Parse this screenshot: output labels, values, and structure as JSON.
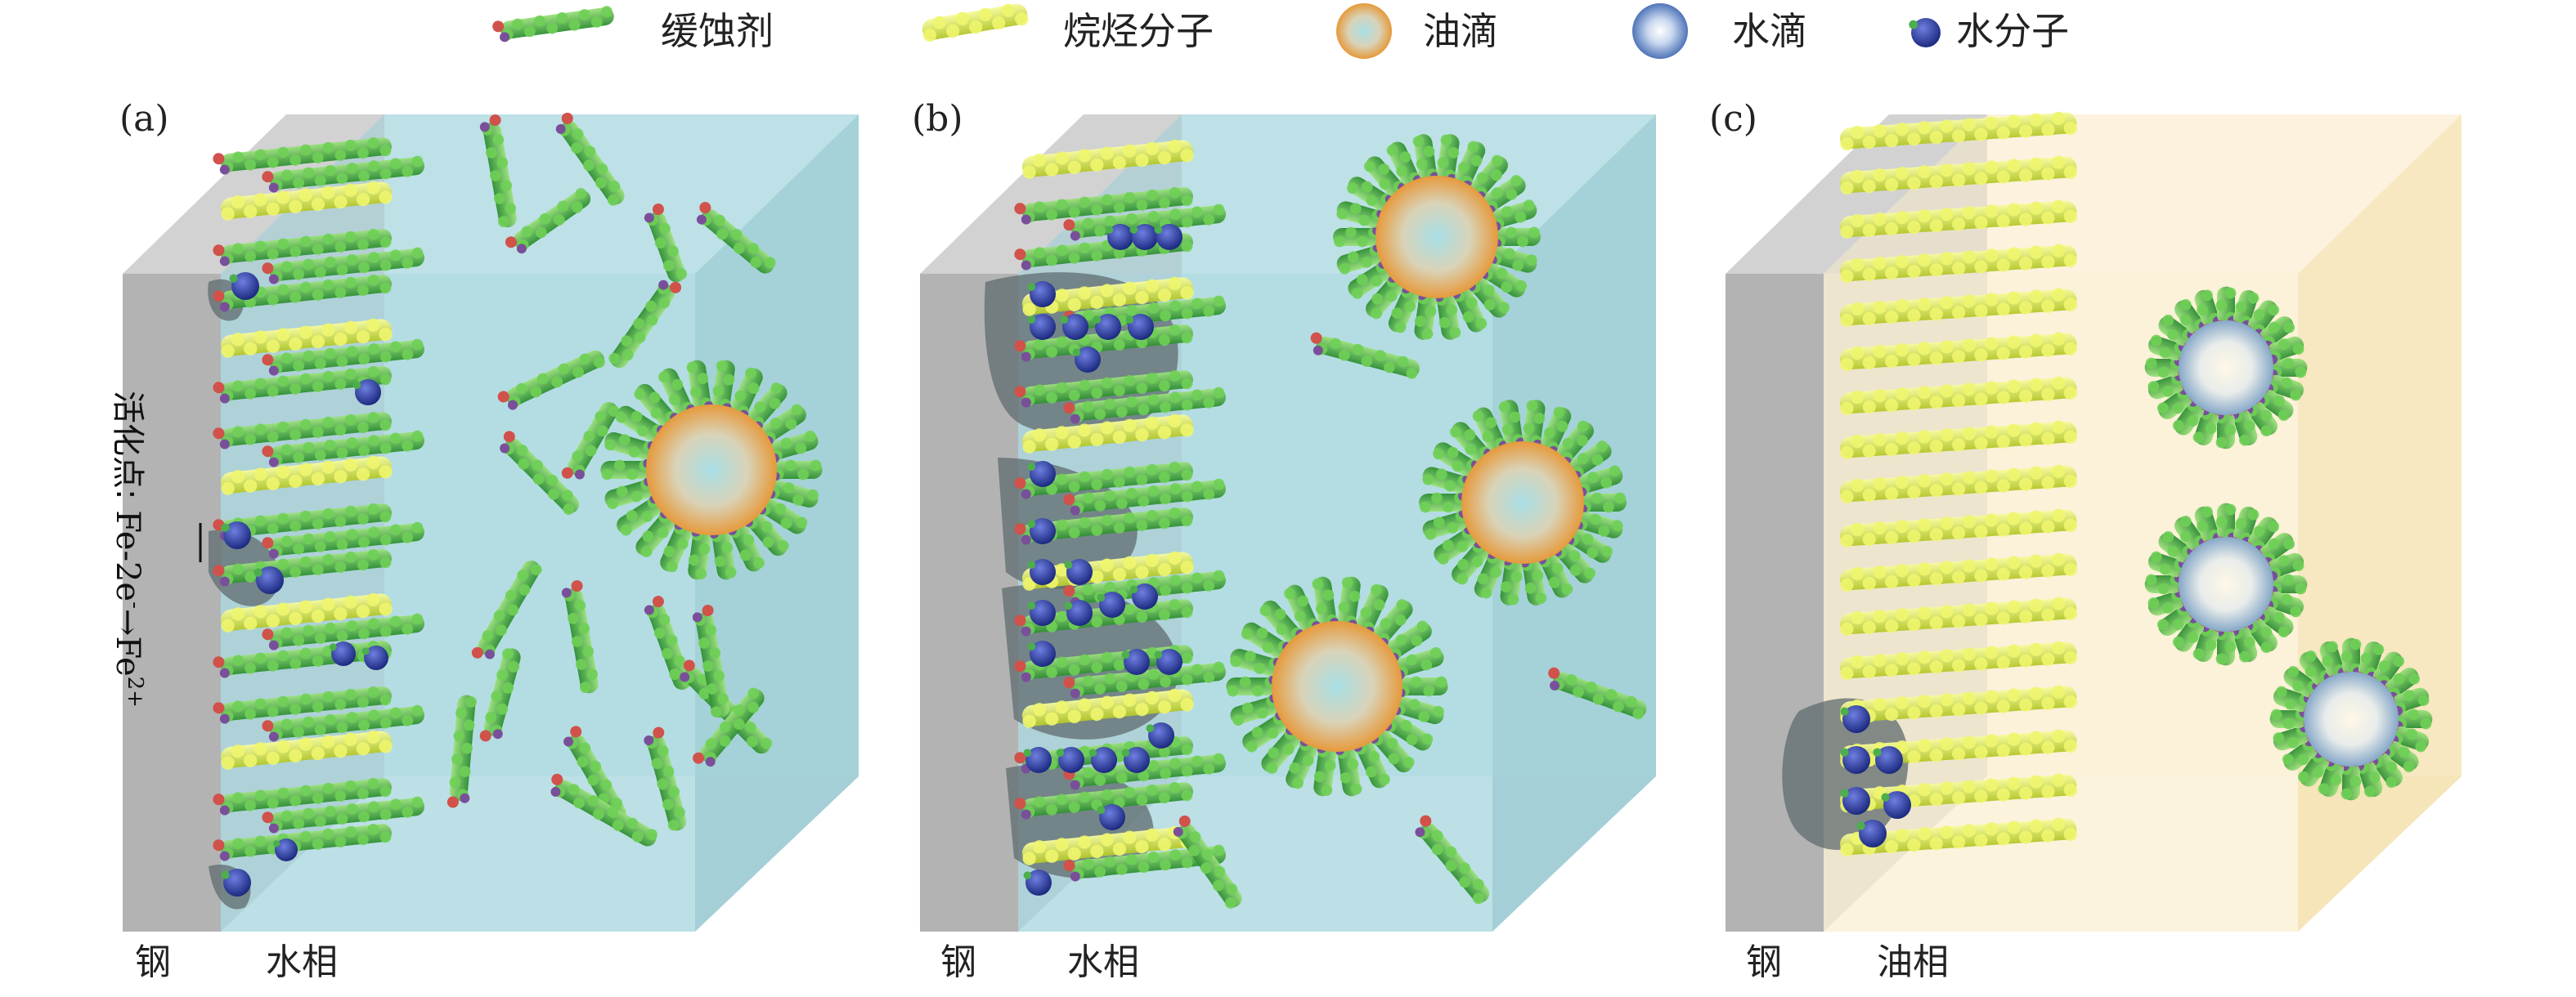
{
  "legend": {
    "items": [
      {
        "label": "缓蚀剂",
        "icon": "inhibitor-molecule-icon"
      },
      {
        "label": "烷烃分子",
        "icon": "alkane-molecule-icon"
      },
      {
        "label": "油滴",
        "icon": "oil-droplet-icon"
      },
      {
        "label": "水滴",
        "icon": "water-droplet-icon"
      },
      {
        "label": "水分子",
        "icon": "water-molecule-icon"
      }
    ]
  },
  "panels": [
    {
      "tag": "(a)",
      "steel_label": "钢",
      "phase_label": "水相"
    },
    {
      "tag": "(b)",
      "steel_label": "钢",
      "phase_label": "水相"
    },
    {
      "tag": "(c)",
      "steel_label": "钢",
      "phase_label": "油相"
    }
  ],
  "annotation": {
    "active_site": "活化点",
    "reaction_left": "Fe-2e",
    "reaction_sup_minus": "-",
    "reaction_arrow": "→",
    "reaction_product": "Fe",
    "reaction_charge": "2+"
  },
  "colors": {
    "steel_front": "#b3b3b3",
    "steel_top": "#d2d2d2",
    "water_phase": "#a6d6de",
    "oil_phase": "#fbefd2",
    "inhibitor": "#57b947",
    "alkane": "#cfe34a",
    "water_molecule": "#2b3a9a",
    "corrosion_patch": "#5f6b6e"
  }
}
